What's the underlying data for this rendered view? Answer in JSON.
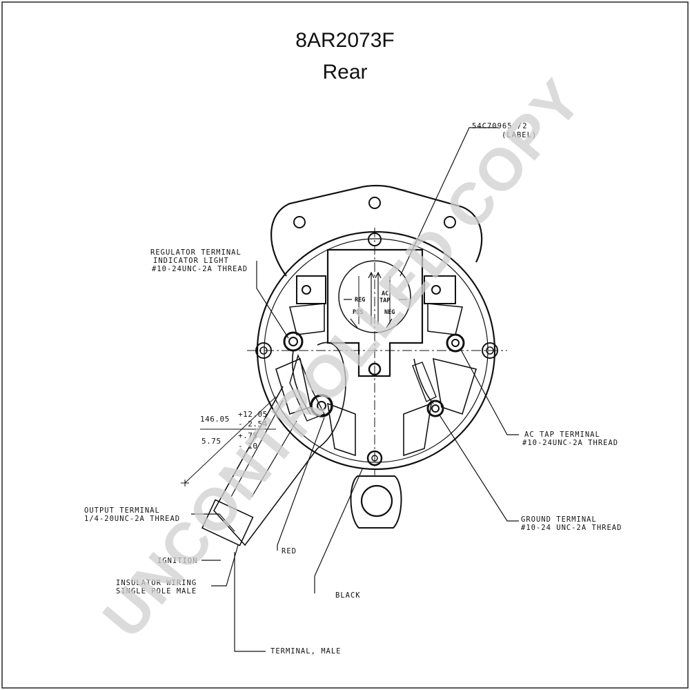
{
  "header": {
    "title": "8AR2073F",
    "subtitle": "Rear"
  },
  "labels": {
    "part_label_line1": "54C70965 /2",
    "part_label_line2": "(LABEL)",
    "regulator_line1": "REGULATOR TERMINAL",
    "regulator_line2": "INDICATOR LIGHT",
    "regulator_line3": "#10-24UNC-2A THREAD",
    "ac_tap_line1": "AC TAP TERMINAL",
    "ac_tap_line2": "#10-24UNC-2A THREAD",
    "output_line1": "OUTPUT TERMINAL",
    "output_line2": "1/4-20UNC-2A THREAD",
    "ground_line1": "GROUND TERMINAL",
    "ground_line2": "#10-24 UNC-2A THREAD",
    "red": "RED",
    "black": "BLACK",
    "ignition": "IGNITION",
    "insulator_line1": "INSULATOR WIRING",
    "insulator_line2": "SINGLE POLE MALE",
    "terminal_male": "TERMINAL, MALE"
  },
  "dimensions": {
    "mm_value": "146.05",
    "mm_plus": "+12.05",
    "mm_minus": "- 2.54",
    "in_value": "5.75",
    "in_plus": "+.75",
    "in_minus": "- 10"
  },
  "regulator_face": {
    "reg": "REG",
    "ac_tap_line1": "AC",
    "ac_tap_line2": "TAP",
    "pos": "POS",
    "neg": "NEG"
  },
  "watermark": {
    "text": "UNCONTROLLED COPY",
    "color": "#cfcfcf"
  }
}
